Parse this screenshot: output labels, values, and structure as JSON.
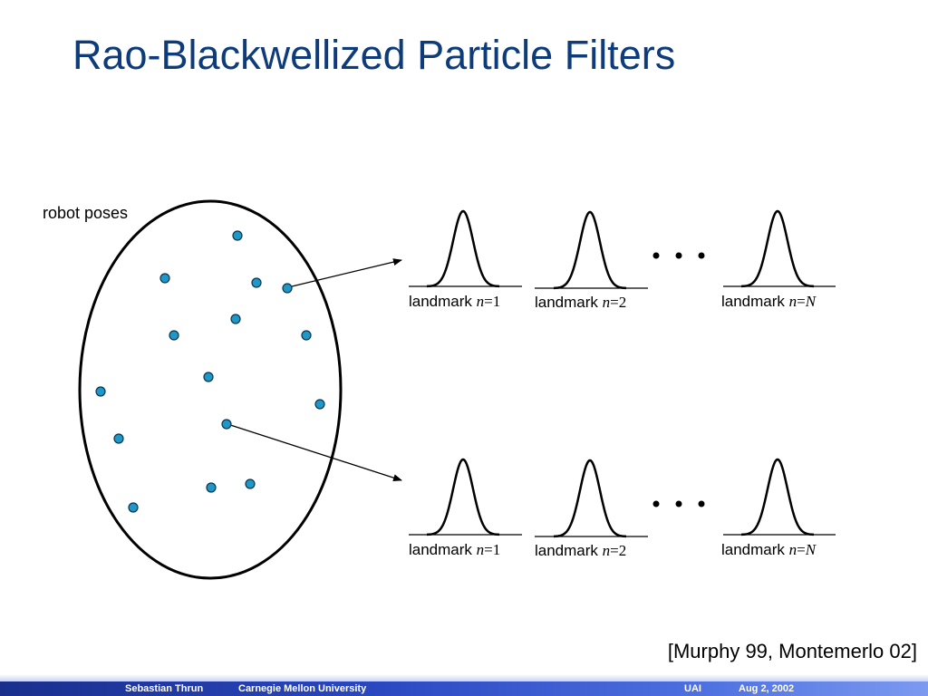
{
  "title": "Rao-Blackwellized Particle Filters",
  "poses_label": "robot poses",
  "rows": [
    {
      "landmarks": [
        {
          "word": "landmark",
          "var": "n",
          "eq": "=",
          "value": "1",
          "value_italic": false
        },
        {
          "word": "landmark",
          "var": "n",
          "eq": "=",
          "value": "2",
          "value_italic": false
        },
        {
          "word": "landmark",
          "var": "n",
          "eq": "=",
          "value": "N",
          "value_italic": true
        }
      ]
    },
    {
      "landmarks": [
        {
          "word": "landmark",
          "var": "n",
          "eq": "=",
          "value": "1",
          "value_italic": false
        },
        {
          "word": "landmark",
          "var": "n",
          "eq": "=",
          "value": "2",
          "value_italic": false
        },
        {
          "word": "landmark",
          "var": "n",
          "eq": "=",
          "value": "N",
          "value_italic": true
        }
      ]
    }
  ],
  "citation": "[Murphy 99, Montemerlo 02]",
  "footer": {
    "author": "Sebastian Thrun",
    "institution": "Carnegie Mellon University",
    "venue": "UAI",
    "date": "Aug 2, 2002"
  },
  "colors": {
    "title": "#0e3c7a",
    "particle_fill": "#1f97c7",
    "particle_stroke": "#0a3550"
  }
}
